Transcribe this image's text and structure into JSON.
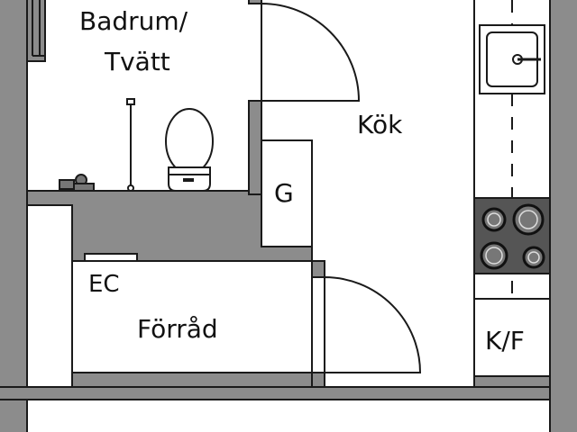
{
  "rooms": {
    "bathroom_line1": "Badrum/",
    "bathroom_line2": "Tvätt",
    "kitchen": "Kök",
    "storage": "Förråd",
    "ec": "EC",
    "g": "G",
    "kf": "K/F"
  },
  "colors": {
    "wall": "#8c8c8c",
    "line": "#1a1a1a",
    "floor": "#ffffff",
    "stove": "#555555"
  }
}
